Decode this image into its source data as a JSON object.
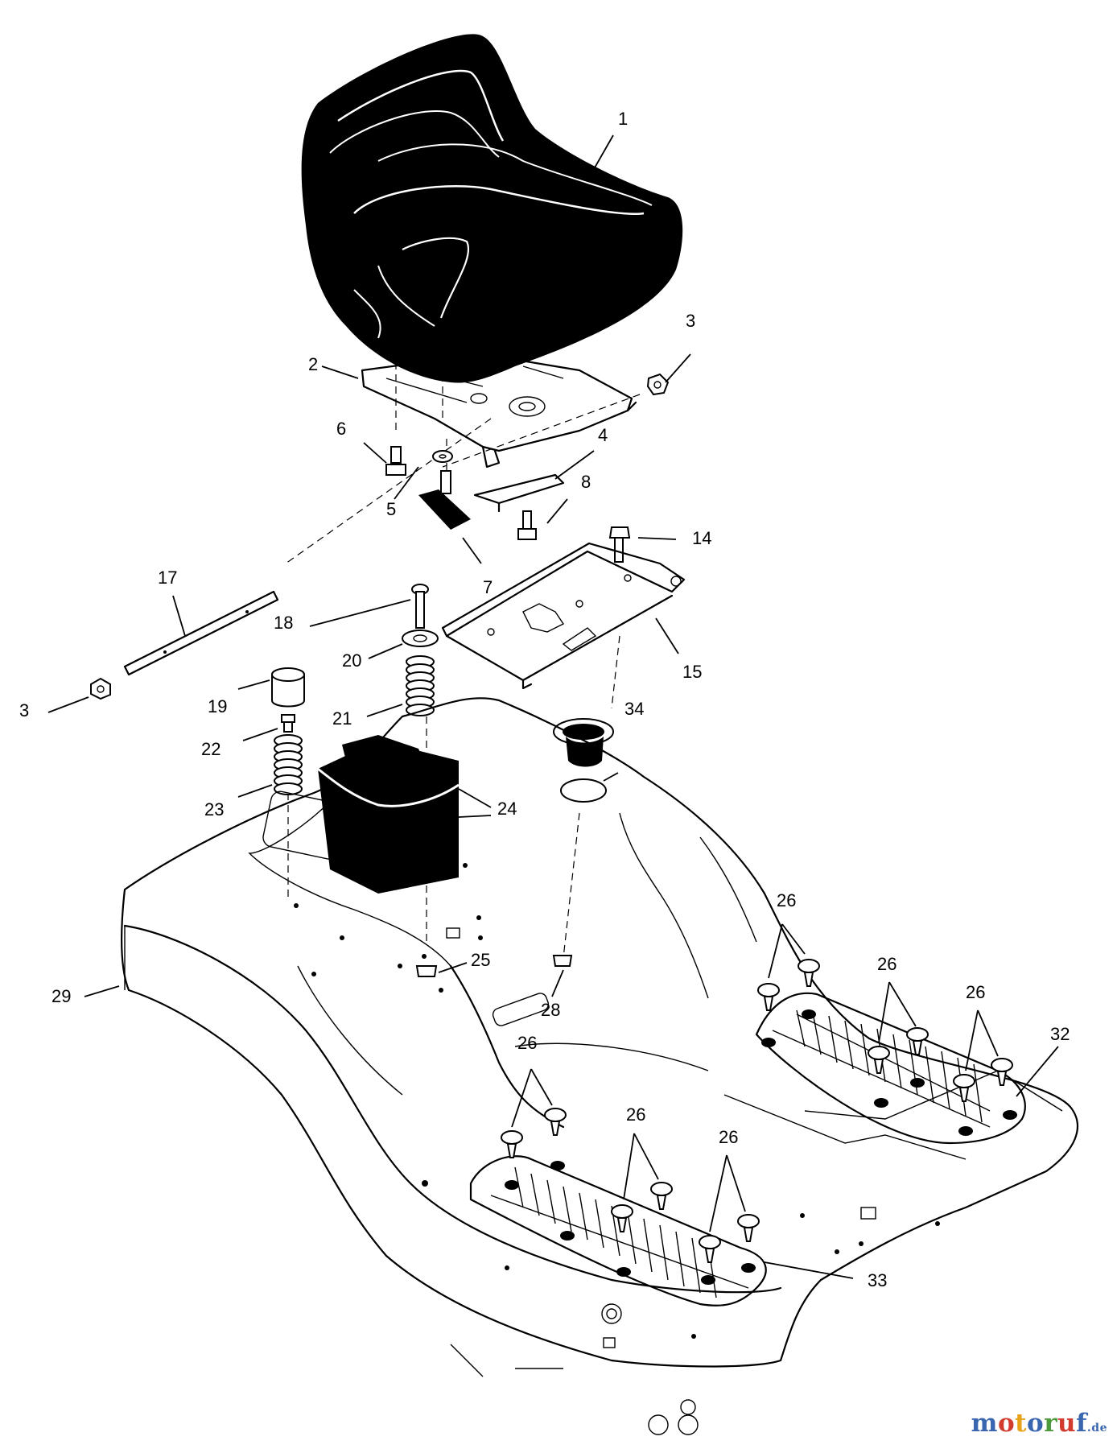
{
  "callouts": {
    "c1": "1",
    "c2": "2",
    "c3a": "3",
    "c3b": "3",
    "c4": "4",
    "c5": "5",
    "c6": "6",
    "c7": "7",
    "c8": "8",
    "c14": "14",
    "c15": "15",
    "c17": "17",
    "c18": "18",
    "c19": "19",
    "c20": "20",
    "c21": "21",
    "c22": "22",
    "c23": "23",
    "c24": "24",
    "c25": "25",
    "c26a": "26",
    "c26b": "26",
    "c26c": "26",
    "c26d": "26",
    "c26e": "26",
    "c26f": "26",
    "c28": "28",
    "c29": "29",
    "c32": "32",
    "c33": "33",
    "c34": "34"
  },
  "watermark": {
    "letters": [
      "m",
      "o",
      "t",
      "o",
      "r",
      "u",
      "f"
    ],
    "suffix": ".de"
  },
  "colors": {
    "line": "#000000",
    "background": "#ffffff",
    "watermark_blue": "#3a66b0",
    "watermark_red": "#d23b2e",
    "watermark_orange": "#e8a21a",
    "watermark_green": "#4c9a3c"
  }
}
